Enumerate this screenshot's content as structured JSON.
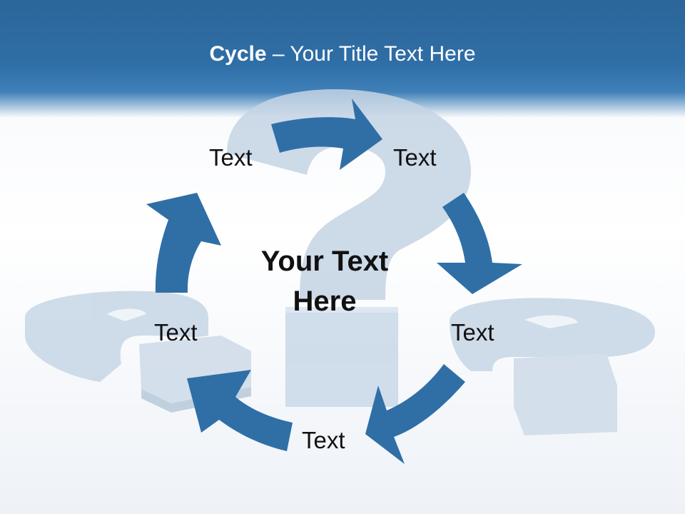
{
  "title": {
    "bold": "Cycle",
    "rest": " – Your Title Text Here"
  },
  "center_text": {
    "line1": "Your Text",
    "line2": "Here"
  },
  "labels": [
    "Text",
    "Text",
    "Text",
    "Text",
    "Text"
  ],
  "colors": {
    "header": "#2f6ea6",
    "arrow": "#2f6fa6",
    "background": "#f3f6fa"
  },
  "icons": [
    "question-mark-icon",
    "cycle-arrow-icon"
  ]
}
